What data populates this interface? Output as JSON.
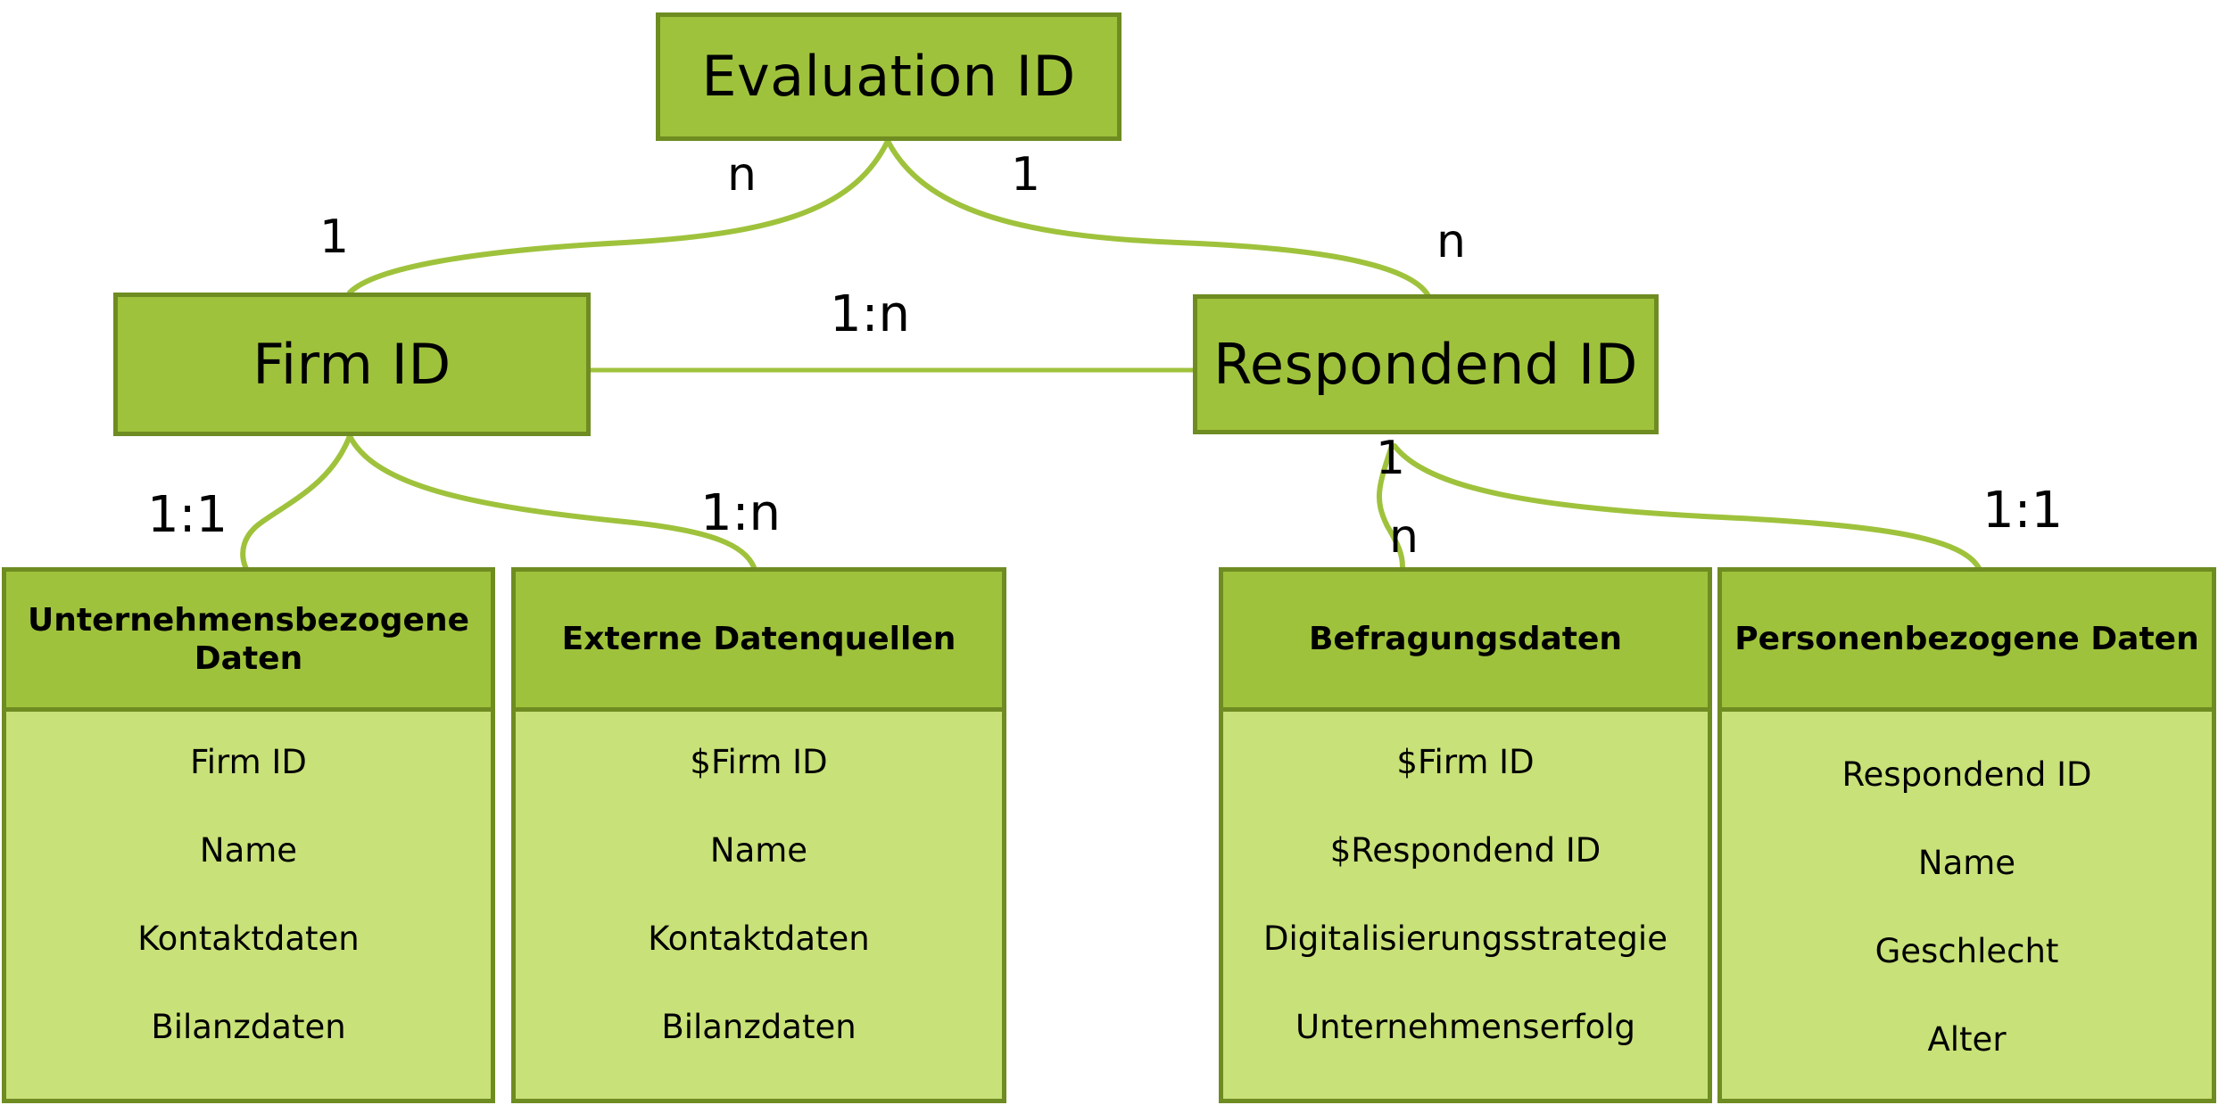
{
  "diagram": {
    "title": "Entity Relationship Diagram",
    "colors": {
      "header_fill": "#9FC23C",
      "body_fill": "#C8E178",
      "border": "#6E8C21",
      "connector": "#9FC23C",
      "text": "#000000",
      "background": "#FFFFFF"
    }
  },
  "entities": [
    {
      "id": "evaluation",
      "label": "Evaluation ID"
    },
    {
      "id": "firm",
      "label": "Firm ID"
    },
    {
      "id": "respondend",
      "label": "Respondend ID"
    }
  ],
  "tables": [
    {
      "id": "unternehmensbezogene-daten",
      "header": "Unternehmensbezogene Daten",
      "rows": [
        "Firm ID",
        "Name",
        "Kontaktdaten",
        "Bilanzdaten"
      ]
    },
    {
      "id": "externe-datenquellen",
      "header": "Externe Datenquellen",
      "rows": [
        "$Firm ID",
        "Name",
        "Kontaktdaten",
        "Bilanzdaten"
      ]
    },
    {
      "id": "befragungsdaten",
      "header": "Befragungsdaten",
      "rows": [
        "$Firm ID",
        "$Respondend ID",
        "Digitalisierungsstrategie",
        "Unternehmenserfolg"
      ]
    },
    {
      "id": "personenbezogene-daten",
      "header": "Personenbezogene Daten",
      "rows": [
        "Respondend ID",
        "Name",
        "Geschlecht",
        "Alter"
      ]
    }
  ],
  "cardinalities": [
    {
      "id": "eval-left-n",
      "text": "n"
    },
    {
      "id": "eval-right-1",
      "text": "1"
    },
    {
      "id": "firm-top-1",
      "text": "1"
    },
    {
      "id": "respondend-top-n",
      "text": "n"
    },
    {
      "id": "firm-respondend-1n",
      "text": "1:n"
    },
    {
      "id": "firm-unt-11",
      "text": "1:1"
    },
    {
      "id": "firm-ext-1n",
      "text": "1:n"
    },
    {
      "id": "resp-bef-1",
      "text": "1"
    },
    {
      "id": "resp-bef-n",
      "text": "n"
    },
    {
      "id": "resp-pers-11",
      "text": "1:1"
    }
  ]
}
